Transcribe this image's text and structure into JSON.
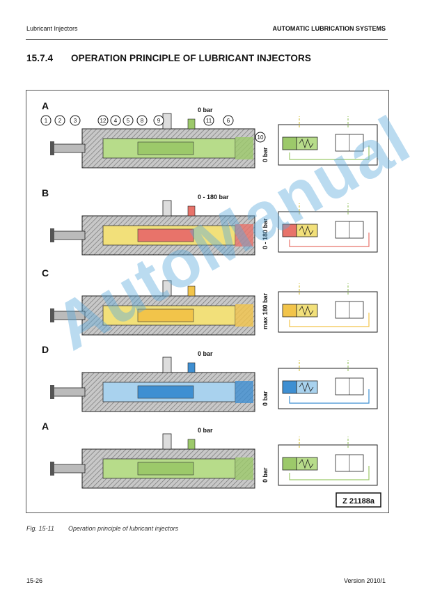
{
  "header": {
    "left": "Lubricant Injectors",
    "right": "AUTOMATIC LUBRICATION SYSTEMS"
  },
  "section": {
    "number": "15.7.4",
    "title": "OPERATION PRINCIPLE OF LUBRICANT INJECTORS"
  },
  "figure": {
    "rows": [
      {
        "letter": "A",
        "pressure_top": "0 bar",
        "pressure_side": "0 bar",
        "fill": "#b7dc8a",
        "accent": "#9cc96a"
      },
      {
        "letter": "B",
        "pressure_top": "0 - 180 bar",
        "pressure_side": "0 - 180 bar",
        "fill": "#f2e07a",
        "accent": "#e8736a"
      },
      {
        "letter": "C",
        "pressure_top": "",
        "pressure_side": "max 180 bar",
        "fill": "#f2e07a",
        "accent": "#f2c44a"
      },
      {
        "letter": "D",
        "pressure_top": "0 bar",
        "pressure_side": "0 bar",
        "fill": "#a9d2ee",
        "accent": "#3e8fd2"
      },
      {
        "letter": "A",
        "pressure_top": "0 bar",
        "pressure_side": "0 bar",
        "fill": "#b7dc8a",
        "accent": "#9cc96a"
      }
    ],
    "callouts": [
      "1",
      "2",
      "3",
      "12",
      "4",
      "5",
      "8",
      "9",
      "11",
      "6",
      "10"
    ],
    "reference": "Z 21188a",
    "colors": {
      "hatch": "#8a8a8a",
      "green": "#9bc96a",
      "red": "#d83a2a",
      "yellow": "#f2c84a",
      "blue": "#2f7fcf",
      "schematic_line_yellow": "#d8c64a",
      "schematic_line_green": "#9cc96a"
    }
  },
  "caption": {
    "number": "Fig. 15-11",
    "text": "Operation principle of lubricant injectors"
  },
  "footer": {
    "left": "15-26",
    "right": "Version 2010/1"
  },
  "watermark": "AutoManual"
}
